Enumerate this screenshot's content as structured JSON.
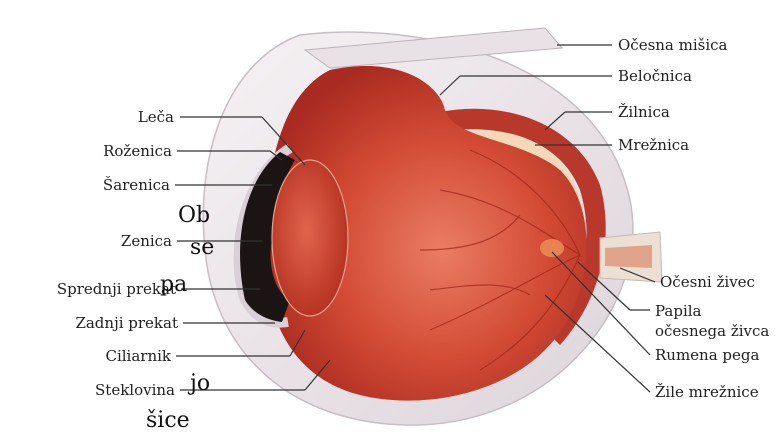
{
  "side_text": [
    "Ob",
    "se",
    "pa",
    "jo",
    "šice"
  ],
  "labels": {
    "lens": "Leča",
    "cornea": "Roženica",
    "iris": "Šarenica",
    "pupil": "Zenica",
    "anterior_chamber": "Sprednji prekat",
    "posterior_chamber": "Zadnji prekat",
    "ciliary_body": "Ciliarnik",
    "vitreous": "Steklovina",
    "eye_muscle": "Očesna mišica",
    "sclera": "Beločnica",
    "choroid": "Žilnica",
    "retina": "Mrežnica",
    "optic_nerve": "Očesni živec",
    "optic_disc_line1": "Papila",
    "optic_disc_line2": "očesnega živca",
    "macula": "Rumena pega",
    "retinal_vessels": "Žile mrežnice"
  },
  "colors": {
    "globe_interior": "#c73a2c",
    "globe_highlight": "#e6715a",
    "sclera": "#ece6ea",
    "choroid": "#b9382c",
    "retina": "#f3d9b8",
    "iris": "#1a1414",
    "leader_line": "#333333"
  }
}
